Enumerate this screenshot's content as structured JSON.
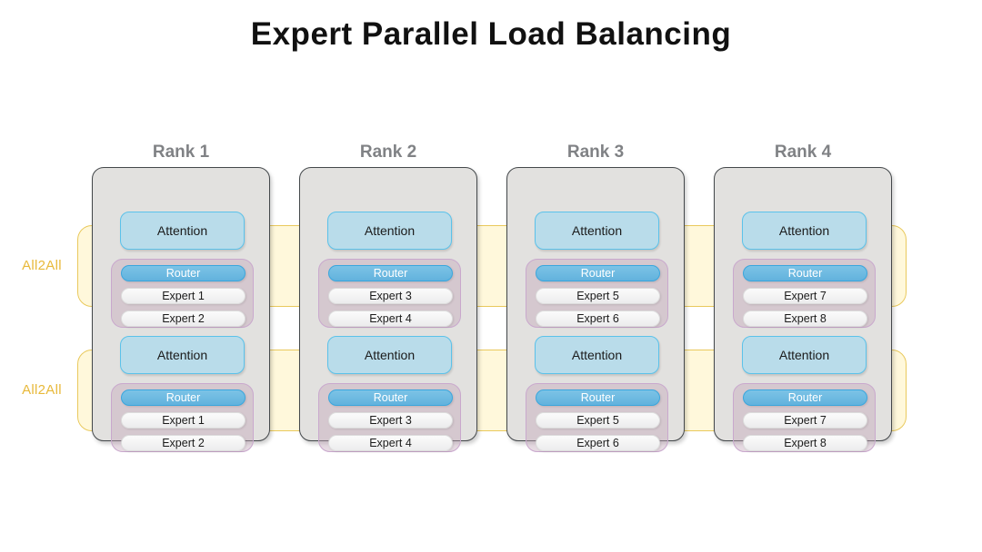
{
  "title": "Expert Parallel Load Balancing",
  "colors": {
    "title_text": "#111111",
    "rank_label": "#808285",
    "all2all_text": "#e8b93a",
    "all2all_band_border": "#e9c95d",
    "all2all_band_fill": "#fff2be",
    "rank_box_fill": "#e2e1df",
    "rank_box_border": "#44484b",
    "attention_fill": "#b9dcea",
    "attention_border": "#5bc2ea",
    "moe_fill": "#c4a6ba",
    "moe_border": "#c9a8cd",
    "router_fill": "#62b2dd",
    "router_text": "#ffffff",
    "expert_fill": "#f5f5f5"
  },
  "all2all_bands": [
    {
      "label": "All2All"
    },
    {
      "label": "All2All"
    }
  ],
  "ranks": [
    {
      "title": "Rank 1",
      "layers": [
        {
          "attention": "Attention",
          "router": "Router",
          "experts": [
            "Expert 1",
            "Expert 2"
          ]
        },
        {
          "attention": "Attention",
          "router": "Router",
          "experts": [
            "Expert 1",
            "Expert 2"
          ]
        }
      ]
    },
    {
      "title": "Rank 2",
      "layers": [
        {
          "attention": "Attention",
          "router": "Router",
          "experts": [
            "Expert 3",
            "Expert 4"
          ]
        },
        {
          "attention": "Attention",
          "router": "Router",
          "experts": [
            "Expert 3",
            "Expert 4"
          ]
        }
      ]
    },
    {
      "title": "Rank 3",
      "layers": [
        {
          "attention": "Attention",
          "router": "Router",
          "experts": [
            "Expert 5",
            "Expert 6"
          ]
        },
        {
          "attention": "Attention",
          "router": "Router",
          "experts": [
            "Expert 5",
            "Expert 6"
          ]
        }
      ]
    },
    {
      "title": "Rank 4",
      "layers": [
        {
          "attention": "Attention",
          "router": "Router",
          "experts": [
            "Expert 7",
            "Expert 8"
          ]
        },
        {
          "attention": "Attention",
          "router": "Router",
          "experts": [
            "Expert 7",
            "Expert 8"
          ]
        }
      ]
    }
  ]
}
